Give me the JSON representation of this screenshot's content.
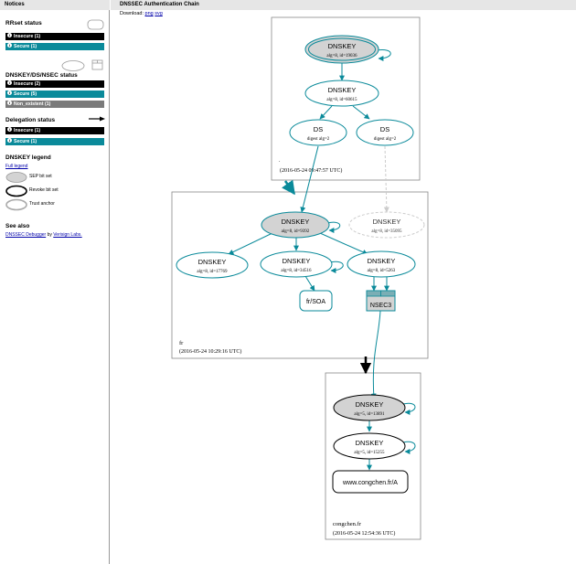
{
  "header": {
    "notices": "Notices",
    "title": "DNSSEC Authentication Chain"
  },
  "download": {
    "label": "Download:",
    "png": "png",
    "svg": "svg"
  },
  "sidebar": {
    "rrset_title": "RRset status",
    "rrset_items": [
      {
        "label": "Insecure (1)",
        "color": "#000000"
      },
      {
        "label": "Secure (1)",
        "color": "#0a8a9a"
      }
    ],
    "dnskey_title": "DNSKEY/DS/NSEC status",
    "dnskey_items": [
      {
        "label": "Insecure (2)",
        "color": "#000000"
      },
      {
        "label": "Secure (5)",
        "color": "#0a8a9a"
      },
      {
        "label": "Non_existent (1)",
        "color": "#7a7a7a"
      }
    ],
    "delegation_title": "Delegation status",
    "delegation_items": [
      {
        "label": "Insecure (1)",
        "color": "#000000"
      },
      {
        "label": "Secure (1)",
        "color": "#0a8a9a"
      }
    ],
    "legend_title": "DNSKEY legend",
    "full_legend": "Full legend",
    "legend_items": [
      {
        "label": "SEP bit set"
      },
      {
        "label": "Revoke bit set"
      },
      {
        "label": "Trust anchor"
      }
    ],
    "see_also_title": "See also",
    "see_also_link": "DNSSEC Debugger",
    "see_also_by": "by",
    "see_also_link2": "Verisign Labs."
  },
  "colors": {
    "secure": "#0a8a9a",
    "insecure": "#000000",
    "nonexistent": "#bbbbbb",
    "sep_fill": "#d3d3d3"
  },
  "diagram": {
    "root": {
      "timestamp": "(2016-05-24 09:47:57 UTC)",
      "ksk": {
        "title": "DNSKEY",
        "sub": "alg=8, id=19036"
      },
      "zsk": {
        "title": "DNSKEY",
        "sub": "alg=8, id=60615"
      },
      "ds1": {
        "title": "DS",
        "sub": "digest alg=2"
      },
      "ds2": {
        "title": "DS",
        "sub": "digest alg=2"
      }
    },
    "fr": {
      "name": "fr",
      "timestamp": "(2016-05-24 10:29:16 UTC)",
      "ksk": {
        "title": "DNSKEY",
        "sub": "alg=8, id=9392"
      },
      "missing": {
        "title": "DNSKEY",
        "sub": "alg=8, id=35095"
      },
      "k1": {
        "title": "DNSKEY",
        "sub": "alg=8, id=17769"
      },
      "k2": {
        "title": "DNSKEY",
        "sub": "alg=8, id=34516"
      },
      "k3": {
        "title": "DNSKEY",
        "sub": "alg=8, id=5263"
      },
      "soa": "fr/SOA",
      "nsec3": "NSEC3"
    },
    "congchen": {
      "name": "congchen.fr",
      "timestamp": "(2016-05-24 12:54:36 UTC)",
      "ksk": {
        "title": "DNSKEY",
        "sub": "alg=5, id=13891"
      },
      "zsk": {
        "title": "DNSKEY",
        "sub": "alg=5, id=15255"
      },
      "a_record": "www.congchen.fr/A"
    }
  }
}
